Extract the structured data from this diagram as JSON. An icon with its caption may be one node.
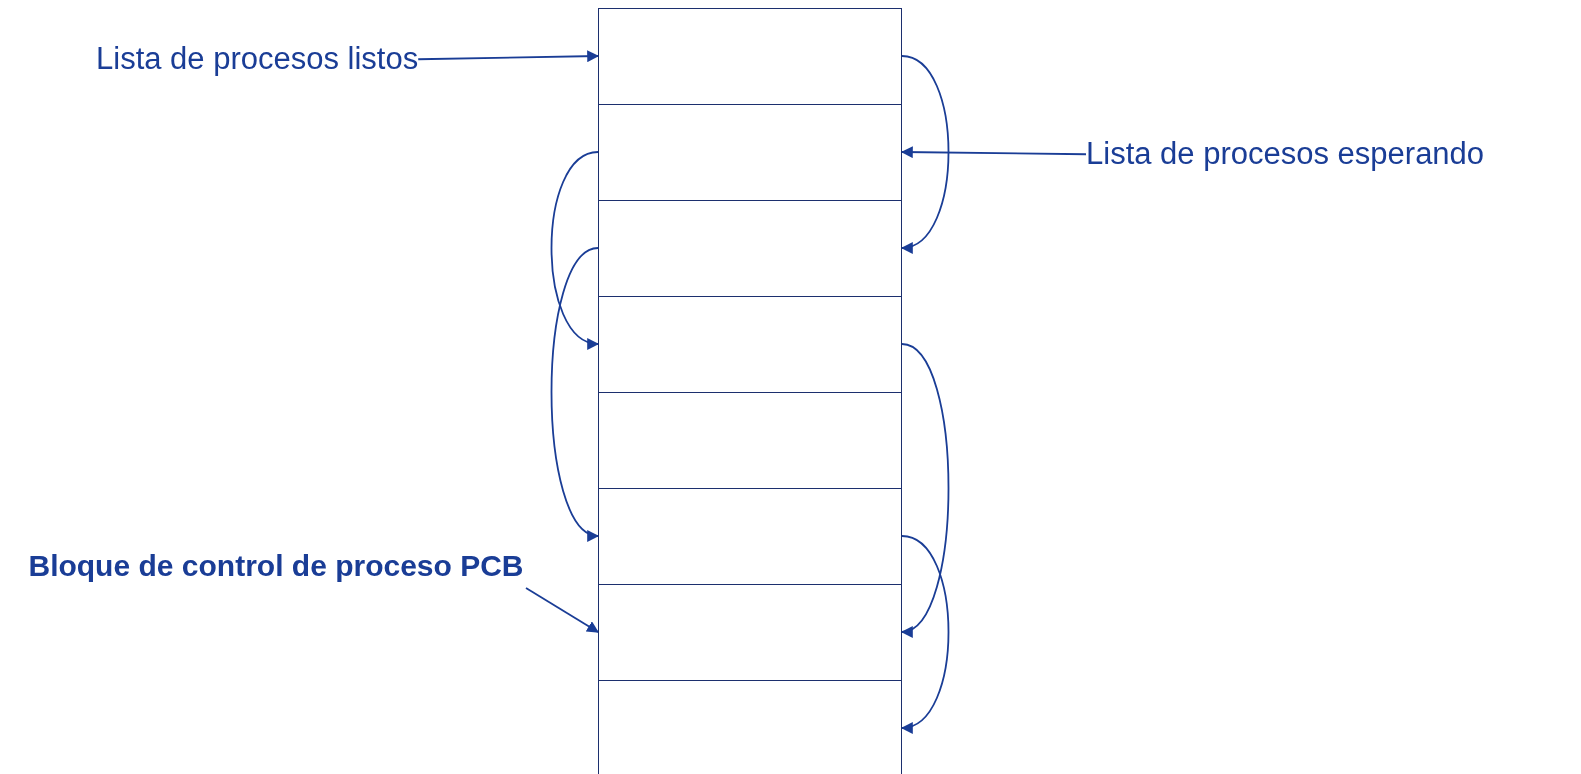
{
  "diagram": {
    "nodes": [
      {
        "text": [
          "Lista de procesos listos"
        ]
      },
      {
        "text": [
          "Lista de procesos esperando"
        ]
      },
      {
        "text": [
          "Bloque de control de proceso PCB"
        ]
      },
      {
        "text": [],
        "shape": "box"
      },
      {
        "text": [],
        "shape": "box"
      },
      {
        "text": [],
        "shape": "box"
      },
      {
        "text": [],
        "shape": "box"
      },
      {
        "text": [],
        "shape": "box"
      },
      {
        "text": [],
        "shape": "box"
      },
      {
        "text": [],
        "shape": "box"
      },
      {
        "text": [],
        "shape": "box"
      }
    ],
    "edges": [
      {
        "from": 0,
        "to": 3,
        "arrow": "to"
      },
      {
        "from": 1,
        "to": 4,
        "arrow": "to"
      },
      {
        "from": 2,
        "to": 9,
        "arrow": "to"
      },
      {
        "from": 3,
        "to": 5,
        "arrow": "to"
      },
      {
        "from": 4,
        "to": 6,
        "arrow": "to"
      },
      {
        "from": 5,
        "to": 8,
        "arrow": "to"
      },
      {
        "from": 6,
        "to": 9,
        "arrow": "to"
      },
      {
        "from": 8,
        "to": 10,
        "arrow": "to"
      }
    ]
  }
}
